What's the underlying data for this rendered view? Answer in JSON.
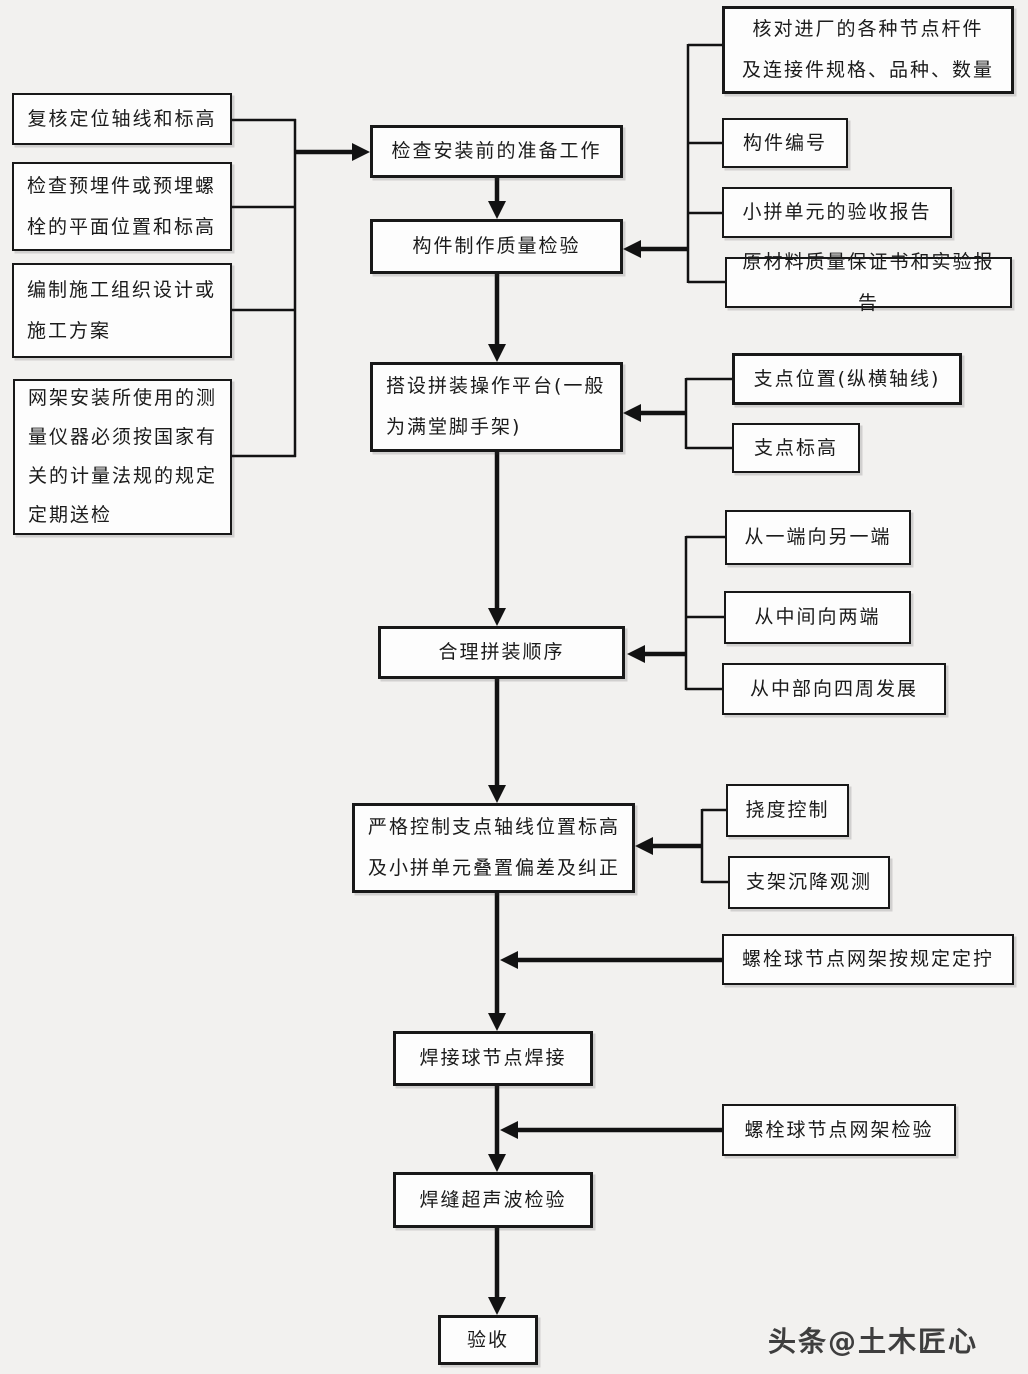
{
  "watermark": "头条@土木匠心",
  "colors": {
    "background": "#f2f1ef",
    "box_fill": "#fdfdfd",
    "line": "#121212",
    "text": "#1b1b1b"
  },
  "nodes": {
    "left": [
      {
        "label": "复核定位轴线和标高"
      },
      {
        "label": "检查预埋件或预埋螺\n栓的平面位置和标高"
      },
      {
        "label": "编制施工组织设计或\n施工方案"
      },
      {
        "label": "网架安装所使用的测\n量仪器必须按国家有\n关的计量法规的规定\n定期送检"
      }
    ],
    "center": [
      {
        "label": "检查安装前的准备工作"
      },
      {
        "label": "构件制作质量检验"
      },
      {
        "label": "搭设拼装操作平台(一般\n为满堂脚手架)"
      },
      {
        "label": "合理拼装顺序"
      },
      {
        "label": "严格控制支点轴线位置标高\n及小拼单元叠置偏差及纠正"
      },
      {
        "label": "焊接球节点焊接"
      },
      {
        "label": "焊缝超声波检验"
      },
      {
        "label": "验收"
      }
    ],
    "right": [
      {
        "label": "核对进厂的各种节点杆件\n及连接件规格、品种、数量"
      },
      {
        "label": "构件编号"
      },
      {
        "label": "小拼单元的验收报告"
      },
      {
        "label": "原材料质量保证书和实验报告"
      },
      {
        "label": "支点位置(纵横轴线)"
      },
      {
        "label": "支点标高"
      },
      {
        "label": "从一端向另一端"
      },
      {
        "label": "从中间向两端"
      },
      {
        "label": "从中部向四周发展"
      },
      {
        "label": "挠度控制"
      },
      {
        "label": "支架沉降观测"
      },
      {
        "label": "螺栓球节点网架按规定定拧"
      },
      {
        "label": "螺栓球节点网架检验"
      }
    ]
  }
}
